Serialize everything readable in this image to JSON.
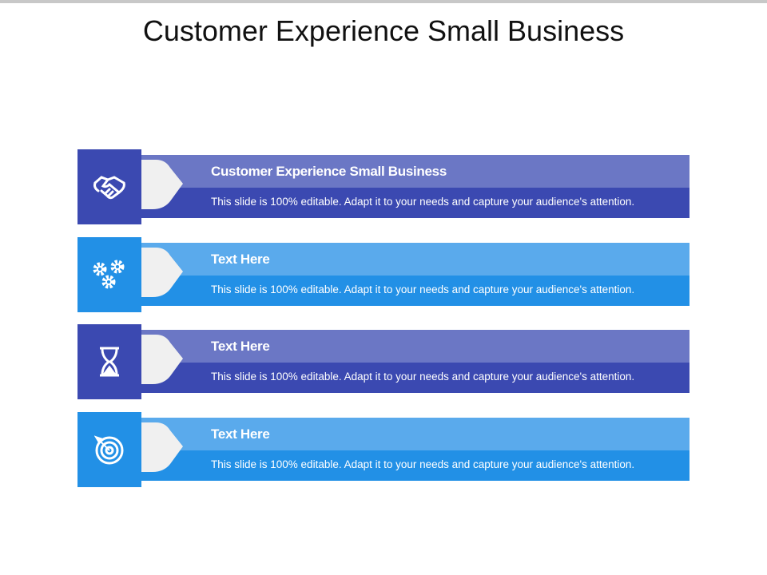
{
  "title": "Customer Experience Small Business",
  "items": [
    {
      "icon": "handshake-icon",
      "heading": "Customer Experience Small Business",
      "text": "This slide is 100% editable. Adapt it to your needs and capture your audience's attention.",
      "colors": {
        "dark": "#3b49b1",
        "light": "#6b77c5"
      }
    },
    {
      "icon": "gears-icon",
      "heading": "Text Here",
      "text": "This slide is 100% editable. Adapt it to your needs and capture your audience's attention.",
      "colors": {
        "dark": "#2290e6",
        "light": "#5aaaec"
      }
    },
    {
      "icon": "hourglass-icon",
      "heading": "Text Here",
      "text": "This slide is 100% editable. Adapt it to your needs and capture your audience's attention.",
      "colors": {
        "dark": "#3b49b1",
        "light": "#6b77c5"
      }
    },
    {
      "icon": "target-icon",
      "heading": "Text Here",
      "text": "This slide is 100% editable. Adapt it to your needs and capture your audience's attention.",
      "colors": {
        "dark": "#2290e6",
        "light": "#5aaaec"
      }
    }
  ]
}
